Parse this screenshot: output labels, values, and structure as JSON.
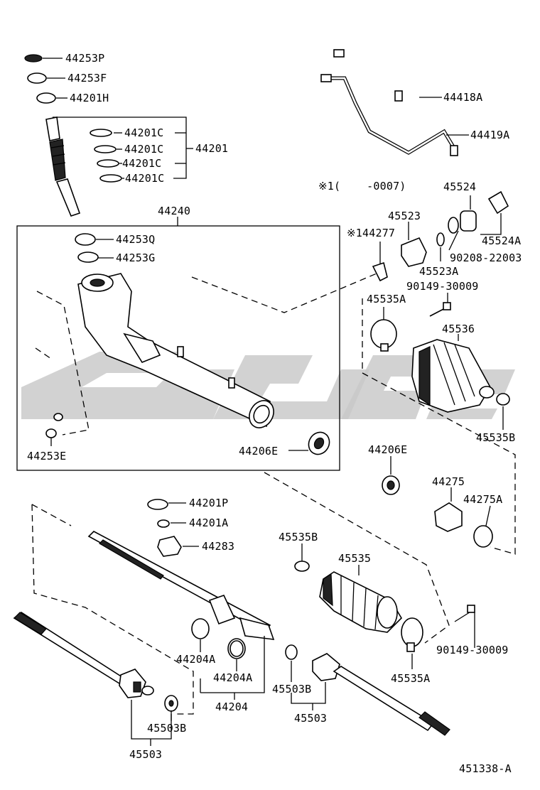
{
  "labels": {
    "l44253P": "44253P",
    "l44253F": "44253F",
    "l44201H": "44201H",
    "l44201C_1": "44201C",
    "l44201C_2": "44201C",
    "l44201C_3": "44201C",
    "l44201C_4": "44201C",
    "l44201": "44201",
    "l44240": "44240",
    "l44253Q": "44253Q",
    "l44253G": "44253G",
    "l44253E": "44253E",
    "l44206E_in": "44206E",
    "l44418A": "44418A",
    "l44419A": "44419A",
    "note_date": "※1(    -0007)",
    "l45524": "45524",
    "l45523": "45523",
    "l144277": "※144277",
    "l45524A": "45524A",
    "l90208": "90208-22003",
    "l45523A": "45523A",
    "l90149_top": "90149-30009",
    "l45535A_top": "45535A",
    "l45536": "45536",
    "l45535B_right": "45535B",
    "l44206E_out": "44206E",
    "l44275": "44275",
    "l44275A": "44275A",
    "l44201P": "44201P",
    "l44201A": "44201A",
    "l44283": "44283",
    "l45535B_mid": "45535B",
    "l45535": "45535",
    "l90149_bot": "90149-30009",
    "l44204A_1": "44204A",
    "l44204A_2": "44204A",
    "l44204": "44204",
    "l45503B_mid": "45503B",
    "l45503_mid": "45503",
    "l45535A_bot": "45535A",
    "l45503B_left": "45503B",
    "l45503_left": "45503",
    "figure_code": "451338-A"
  },
  "colors": {
    "line": "#000000",
    "watermark": "#c8c8c8"
  }
}
